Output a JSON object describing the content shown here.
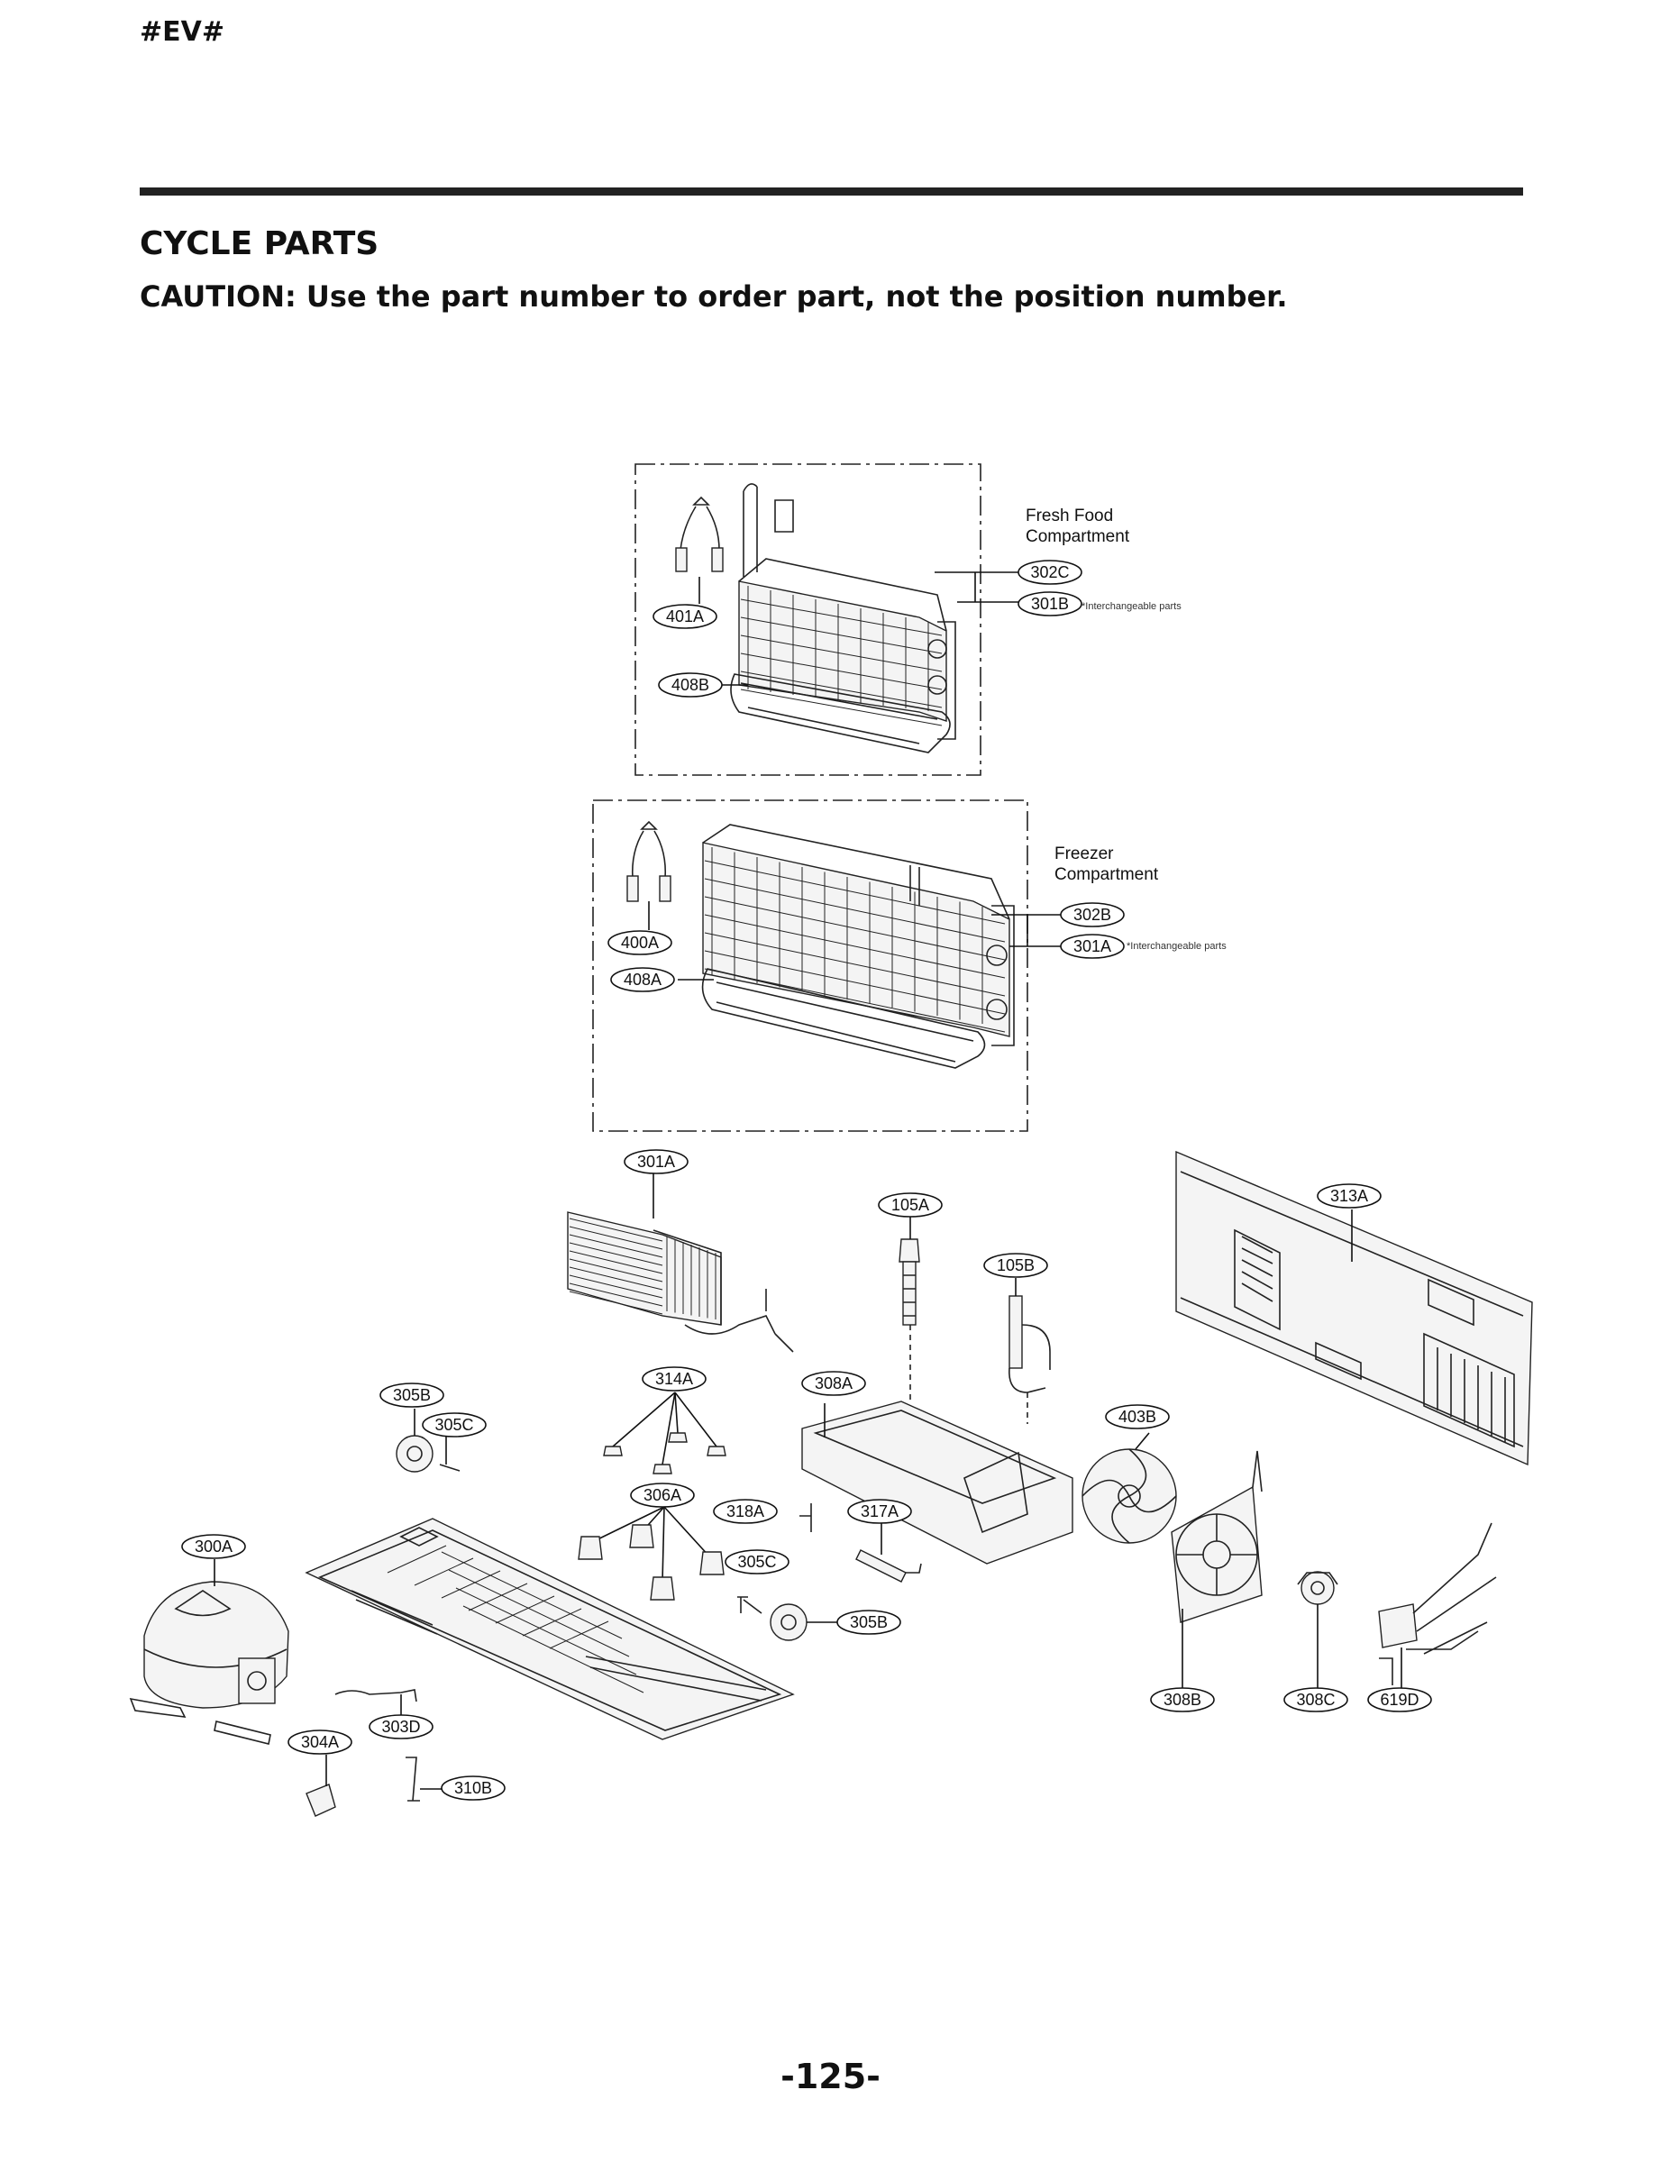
{
  "header": {
    "code": "#EV#"
  },
  "section": {
    "title": "CYCLE PARTS",
    "caution": "CAUTION: Use the part number to order part, not the position number."
  },
  "compartments": {
    "fresh": {
      "line1": "Fresh Food",
      "line2": "Compartment",
      "note": "*Interchangeable parts"
    },
    "freezer": {
      "line1": "Freezer",
      "line2": "Compartment",
      "note": "*Interchangeable parts"
    }
  },
  "labels": {
    "l401A": "401A",
    "l408B": "408B",
    "l302C": "302C",
    "l301B": "301B",
    "l400A": "400A",
    "l408A": "408A",
    "l302B": "302B",
    "l301A_top": "301A",
    "l301A": "301A",
    "l105A": "105A",
    "l105B": "105B",
    "l313A": "313A",
    "l314A": "314A",
    "l308A": "308A",
    "l305B_left": "305B",
    "l305C_left": "305C",
    "l403B": "403B",
    "l306A": "306A",
    "l318A": "318A",
    "l317A": "317A",
    "l300A": "300A",
    "l305C": "305C",
    "l305B": "305B",
    "l303D": "303D",
    "l304A": "304A",
    "l310B": "310B",
    "l308B": "308B",
    "l308C": "308C",
    "l619D": "619D"
  },
  "footer": {
    "page_number": "-125-"
  }
}
